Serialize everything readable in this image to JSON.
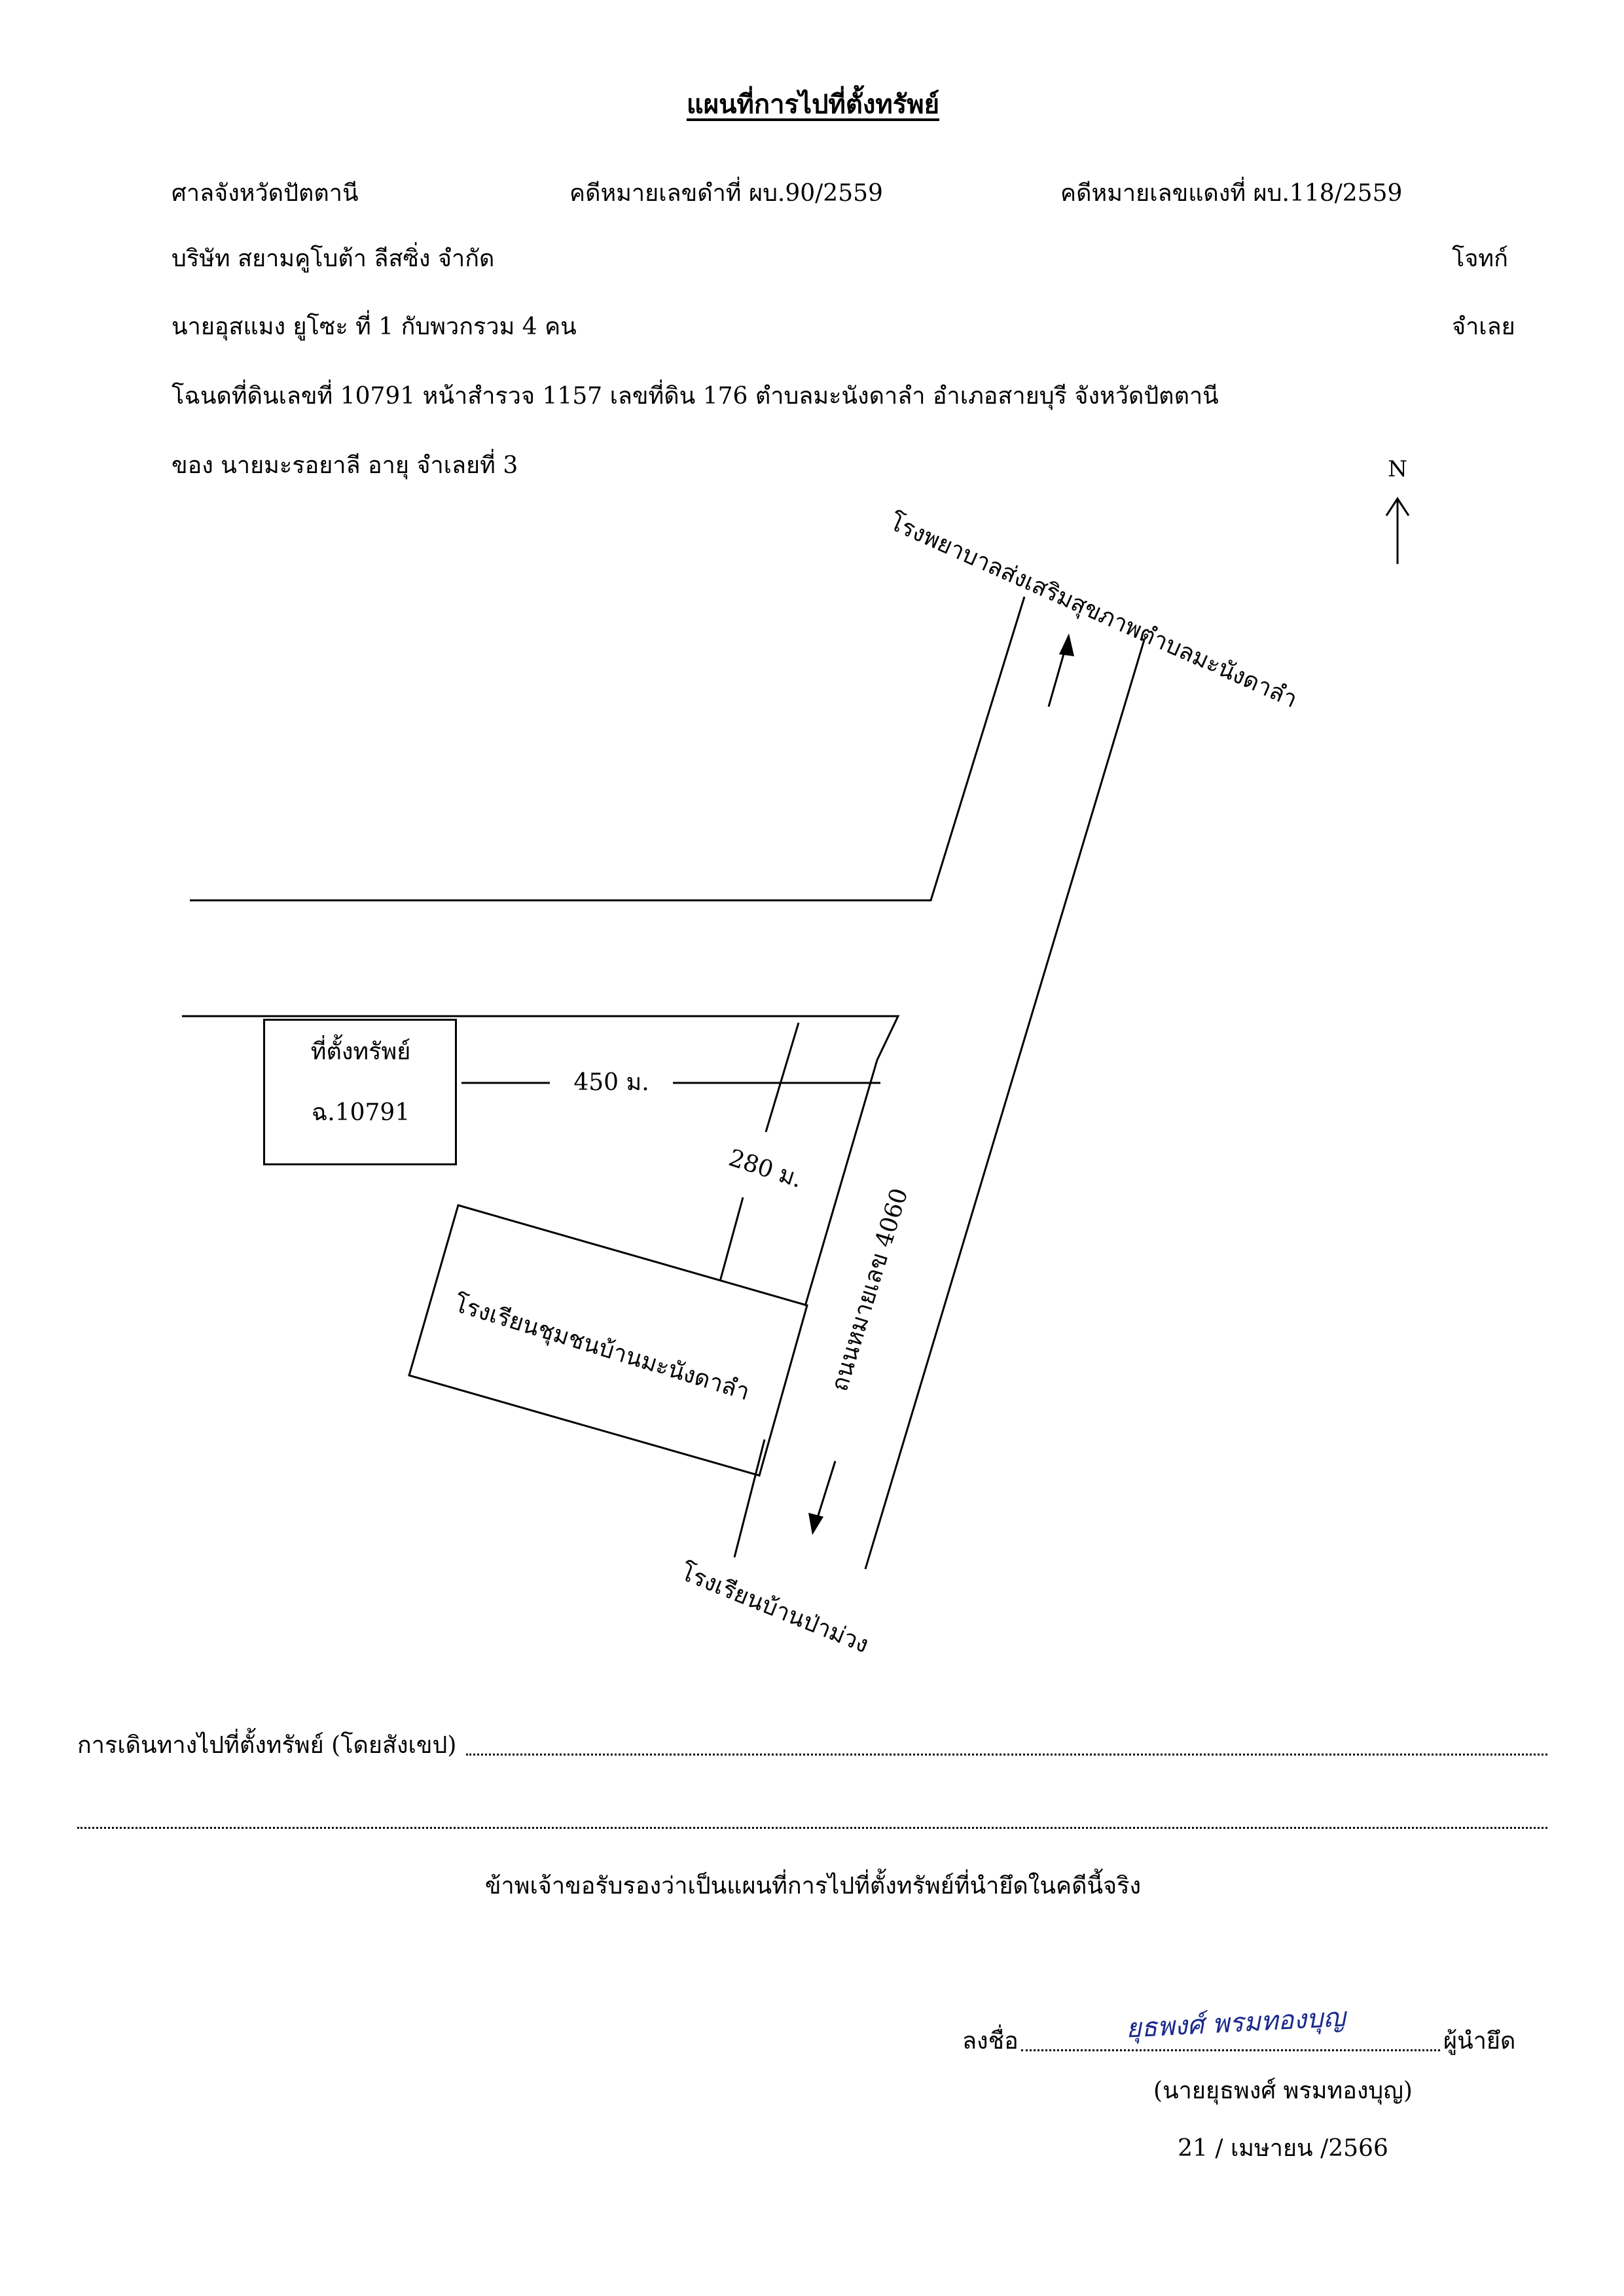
{
  "title": "แผนที่การไปที่ตั้งทรัพย์",
  "header": {
    "court": "ศาลจังหวัดปัตตานี",
    "black_case": "คดีหมายเลขดำที่  ผบ.90/2559",
    "red_case": "คดีหมายเลขแดงที่ ผบ.118/2559",
    "plaintiff_name": "บริษัท สยามคูโบต้า ลีสซิ่ง  จำกัด",
    "plaintiff_label": "โจทก์",
    "defendant_name": "นายอุสแมง  ยูโซะ ที่ 1  กับพวกรวม 4 คน",
    "defendant_label": "จำเลย",
    "deed": "โฉนดที่ดินเลขที่  10791  หน้าสำรวจ 1157 เลขที่ดิน 176  ตำบลมะนังดาลำ  อำเภอสายบุรี   จังหวัดปัตตานี",
    "owner": "ของ  นายมะรอยาลี  อายุ   จำเลยที่  3"
  },
  "map": {
    "north": "N",
    "hospital": "โรงพยาบาลส่งเสริมสุขภาพตำบลมะนังดาลำ",
    "property_line1": "ที่ตั้งทรัพย์",
    "property_line2": "ฉ.10791",
    "distance_450": "450 ม.",
    "distance_280": "280 ม.",
    "road": "ถนนหมายเลข 4060",
    "community_school": "โรงเรียนชุมชนบ้านมะนังดาลำ",
    "mango_school": "โรงเรียนบ้านป่าม่วง"
  },
  "footer": {
    "directions_label": "การเดินทางไปที่ตั้งทรัพย์ (โดยสังเขป)",
    "certify": "ข้าพเจ้าขอรับรองว่าเป็นแผนที่การไปที่ตั้งทรัพย์ที่นำยึดในคดีนี้จริง",
    "sign_label": "ลงชื่อ",
    "signature": "ยุธพงศ์  พรมทองบุญ",
    "signer_role": "ผู้นำยึด",
    "signer_name": "(นายยุธพงศ์  พรมทองบุญ)",
    "date": "21 / เมษายน /2566"
  }
}
